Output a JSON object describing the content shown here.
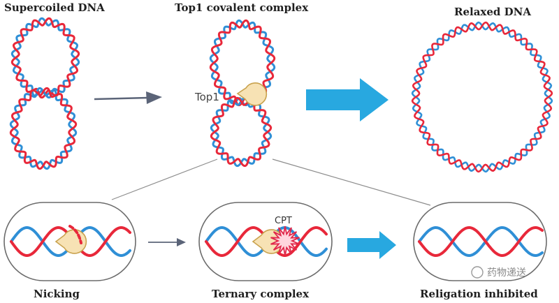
{
  "titles": {
    "supercoiled": "Supercoiled DNA",
    "covalent": "Top1 covalent complex",
    "relaxed": "Relaxed DNA",
    "nicking": "Nicking",
    "ternary": "Ternary complex",
    "religation": "Religation inhibited"
  },
  "labels": {
    "top1": "Top1",
    "cpt": "CPT"
  },
  "watermark": "药物递送",
  "colors": {
    "strand_red": "#e8283a",
    "strand_blue": "#2f8fd6",
    "arrow_gray": "#5b6478",
    "arrow_cyan": "#28a8e0",
    "enzyme_fill": "#f7e2b4",
    "enzyme_stroke": "#c9a24e",
    "cpt_red": "#e0284a"
  }
}
